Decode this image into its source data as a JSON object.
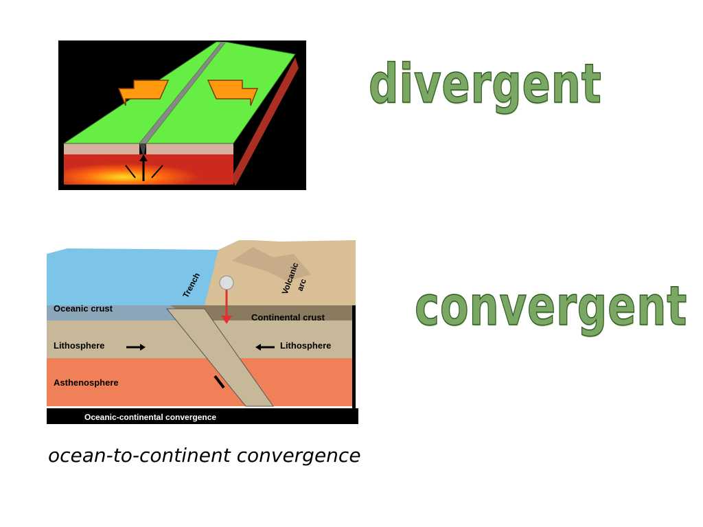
{
  "slide": {
    "divergent_label": "divergent",
    "convergent_label": "convergent",
    "caption": "ocean-to-continent convergence"
  },
  "convergence_diagram": {
    "labels": {
      "trench": "Trench",
      "volcanic_arc_line1": "Volcanic",
      "volcanic_arc_line2": "arc",
      "oceanic_crust": "Oceanic crust",
      "continental_crust": "Continental crust",
      "lithosphere_left": "Lithosphere",
      "lithosphere_right": "Lithosphere",
      "asthenosphere": "Asthenosphere",
      "footer": "Oceanic-continental convergence"
    }
  },
  "colors": {
    "plate_top": "#66ee44",
    "plate_side": "#cc3322",
    "arrow": "#ff9a10",
    "ocean": "#7cc4e8",
    "continent": "#d9bf96",
    "lithosphere": "#c8b89a",
    "asthenosphere": "#f08058",
    "wordart_fill": "#7aa864"
  }
}
